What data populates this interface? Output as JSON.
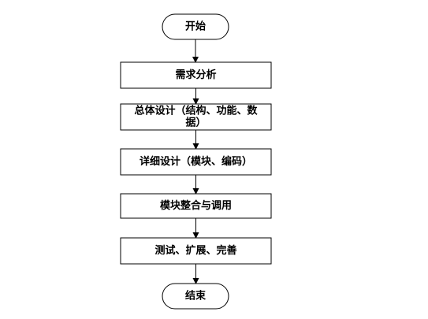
{
  "diagram": {
    "type": "flowchart",
    "colors": {
      "stroke": "#000000",
      "fill": "#ffffff",
      "text": "#000000"
    },
    "nodes": [
      {
        "id": "start",
        "shape": "terminator",
        "lines": [
          "开始"
        ]
      },
      {
        "id": "requirements",
        "shape": "process",
        "lines": [
          "需求分析"
        ]
      },
      {
        "id": "overall-design",
        "shape": "process",
        "lines": [
          "总体设计（结构、功能、数",
          "据）"
        ]
      },
      {
        "id": "detailed-design",
        "shape": "process",
        "lines": [
          "详细设计（模块、编码）"
        ]
      },
      {
        "id": "integration",
        "shape": "process",
        "lines": [
          "模块整合与调用"
        ]
      },
      {
        "id": "testing",
        "shape": "process",
        "lines": [
          "测试、扩展、完善"
        ]
      },
      {
        "id": "end",
        "shape": "terminator",
        "lines": [
          "结束"
        ]
      }
    ],
    "edges": [
      {
        "from": "start",
        "to": "requirements"
      },
      {
        "from": "requirements",
        "to": "overall-design"
      },
      {
        "from": "overall-design",
        "to": "detailed-design"
      },
      {
        "from": "detailed-design",
        "to": "integration"
      },
      {
        "from": "integration",
        "to": "testing"
      },
      {
        "from": "testing",
        "to": "end"
      }
    ]
  }
}
